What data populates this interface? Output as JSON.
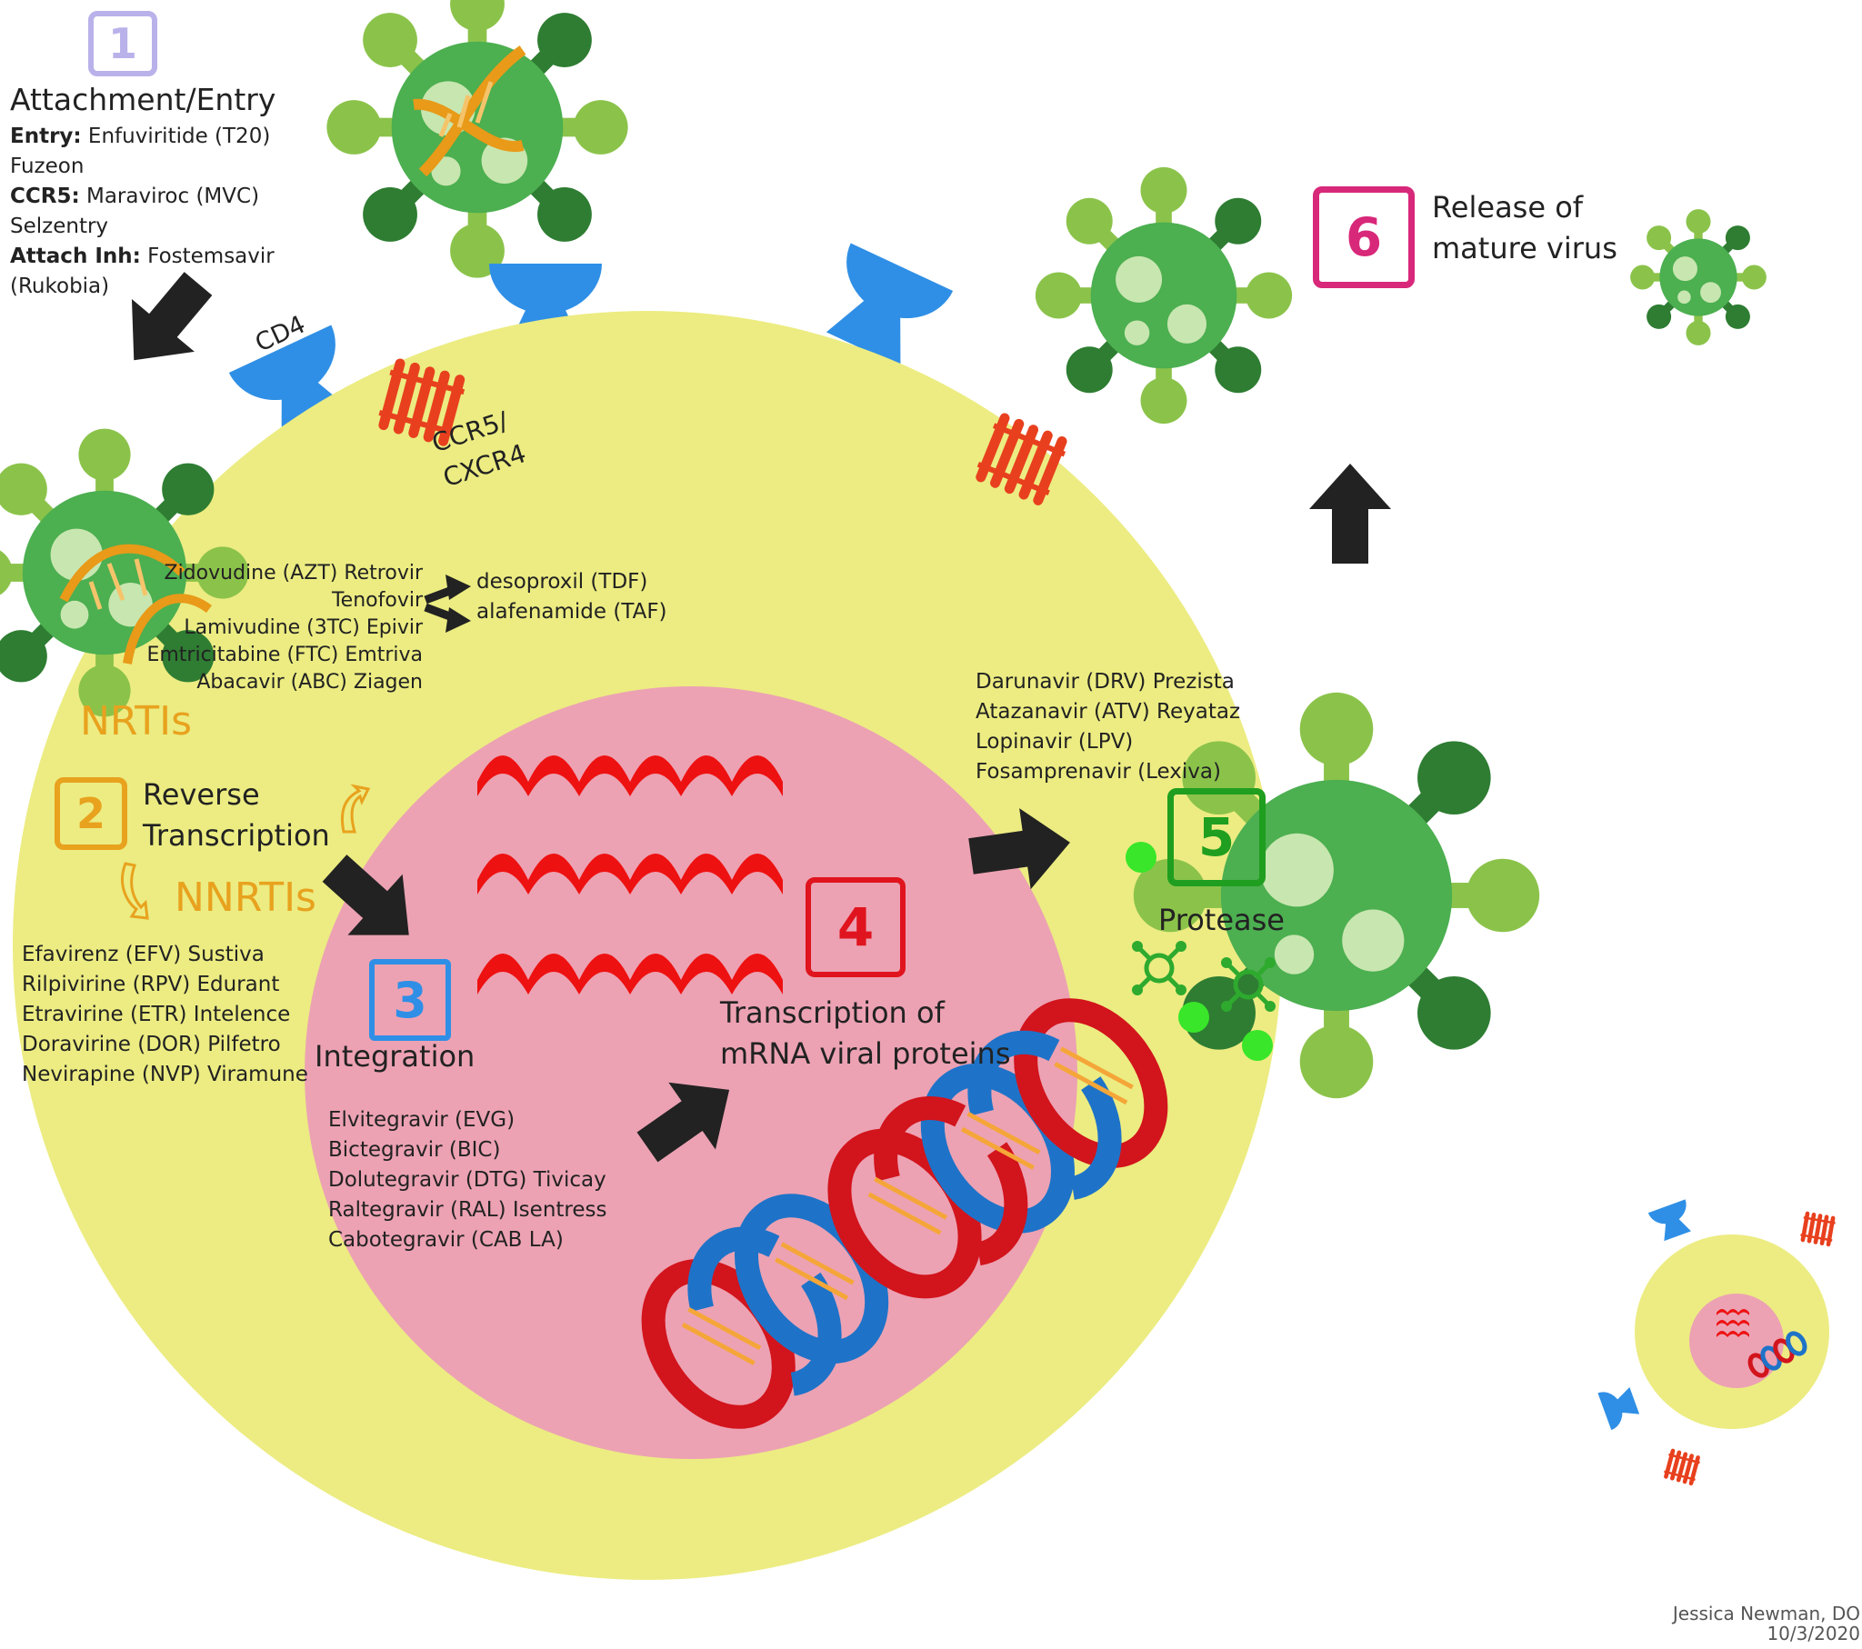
{
  "colors": {
    "cell": "#ecec82",
    "nucleus": "#eca2b3",
    "virus_body": "#4caf50",
    "virus_light": "#8bc34a",
    "virus_dark": "#2e7d32",
    "receptor_blue": "#2f8fe6",
    "coreceptor_red": "#e8401e",
    "mrna_red": "#ee1111",
    "dna_red": "#d2141c",
    "dna_blue": "#1e73c8",
    "step1": "#b9b2ea",
    "step2": "#e8a21e",
    "step3": "#2f8fe6",
    "step4": "#e0141e",
    "step5": "#1f9e1f",
    "step6": "#d8287a",
    "arrow": "#222222"
  },
  "step1": {
    "number": "1",
    "title": "Attachment/Entry",
    "lines": [
      {
        "bold": "Entry:",
        "text": " Enfuviritide (T20)"
      },
      {
        "bold": "",
        "text": "Fuzeon"
      },
      {
        "bold": "CCR5:",
        "text": " Maraviroc (MVC)"
      },
      {
        "bold": "",
        "text": "Selzentry"
      },
      {
        "bold": "Attach Inh:",
        "text": " Fostemsavir"
      },
      {
        "bold": "",
        "text": "(Rukobia)"
      }
    ]
  },
  "receptors": {
    "cd4": "CD4",
    "coreceptor_line1": "CCR5/",
    "coreceptor_line2": "CXCR4"
  },
  "nrtis": {
    "class_label": "NRTIs",
    "drugs": [
      "Zidovudine (AZT) Retrovir",
      "Tenofovir",
      "Lamivudine (3TC) Epivir",
      "Emtricitabine (FTC) Emtriva",
      "Abacavir (ABC) Ziagen"
    ],
    "tenofovir_forms": [
      "desoproxil (TDF)",
      "alafenamide (TAF)"
    ]
  },
  "step2": {
    "number": "2",
    "label_line1": "Reverse",
    "label_line2": "Transcription"
  },
  "nnrtis": {
    "class_label": "NNRTIs",
    "drugs": [
      "Efavirenz (EFV) Sustiva",
      "Rilpivirine (RPV) Edurant",
      "Etravirine (ETR) Intelence",
      "Doravirine (DOR) Pilfetro",
      "Nevirapine (NVP) Viramune"
    ]
  },
  "step3": {
    "number": "3",
    "label": "Integration",
    "drugs": [
      "Elvitegravir (EVG)",
      "Bictegravir (BIC)",
      "Dolutegravir (DTG) Tivicay",
      "Raltegravir (RAL) Isentress",
      "Cabotegravir (CAB LA)"
    ]
  },
  "step4": {
    "number": "4",
    "label_line1": "Transcription of",
    "label_line2": "mRNA viral proteins"
  },
  "step5": {
    "number": "5",
    "label": "Protease",
    "drugs": [
      "Darunavir (DRV) Prezista",
      "Atazanavir (ATV) Reyataz",
      "Lopinavir (LPV)",
      "Fosamprenavir (Lexiva)"
    ]
  },
  "step6": {
    "number": "6",
    "label_line1": "Release of",
    "label_line2": "mature virus"
  },
  "credit": {
    "author": "Jessica Newman, DO",
    "date": "10/3/2020"
  }
}
